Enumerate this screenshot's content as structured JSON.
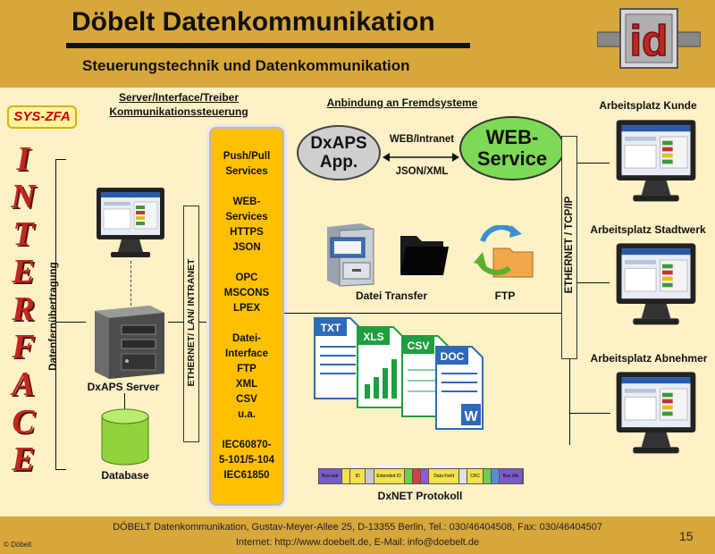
{
  "header": {
    "title": "Döbelt Datenkommunikation",
    "subtitle": "Steuerungstechnik und Datenkommunikation",
    "logo_text": "id"
  },
  "left": {
    "badge": "SYS-ZFA",
    "letters": [
      "I",
      "N",
      "T",
      "E",
      "R",
      "F",
      "A",
      "C",
      "E"
    ],
    "vertical_label": "Datenfernübertragung",
    "server_label": "DxAPS Server",
    "database_label": "Database"
  },
  "center": {
    "heading_line1": "Server/Interface/Treiber",
    "heading_line2": "Kommunikationssteuerung",
    "ethernet_left": "ETHERNET/ LAN/ INTRANET",
    "driver_items": [
      "Push/Pull",
      "Services",
      "",
      "WEB-",
      "Services",
      "HTTPS",
      "JSON",
      "",
      "OPC",
      "MSCONS",
      "LPEX",
      "",
      "Datei-",
      "Interface",
      "FTP",
      "XML",
      "CSV",
      "u.a.",
      "",
      "IEC60870-",
      "5-101/5-104",
      "IEC61850"
    ]
  },
  "external": {
    "heading": "Anbindung an Fremdsysteme",
    "dxaps_app": [
      "DxAPS",
      "App."
    ],
    "web_service": [
      "WEB-",
      "Service"
    ],
    "link_top": "WEB/Intranet",
    "link_bottom": "JSON/XML",
    "file_transfer": "Datei Transfer",
    "ftp": "FTP",
    "docs": [
      "TXT",
      "XLS",
      "CSV",
      "DOC"
    ],
    "protocol": "DxNET Protokoll",
    "protocol_fields": [
      "Bus-stat",
      "",
      "ID",
      "",
      "Extended ID",
      "",
      "",
      "",
      "Data Field",
      "",
      "CRC",
      "",
      "",
      "Bus idle"
    ]
  },
  "right": {
    "ethernet_right": "ETHERNET / TCP/IP",
    "workstations": [
      "Arbeitsplatz Kunde",
      "Arbeitsplatz Stadtwerk",
      "Arbeitsplatz  Abnehmer"
    ]
  },
  "footer": {
    "line1": "DÖBELT Datenkommunikation, Gustav-Meyer-Allee 25, D-13355 Berlin, Tel.: 030/46404508, Fax: 030/46404507",
    "line2": "Internet: http://www.doebelt.de, E-Mail:  info@doebelt.de",
    "copyright": "© Döbelt",
    "page": "15"
  },
  "colors": {
    "frame": "#d8a73b",
    "panel": "#fdf1c5",
    "driver_box": "#ffc000",
    "letters": "#c0281e",
    "web_service": "#7ed957"
  }
}
